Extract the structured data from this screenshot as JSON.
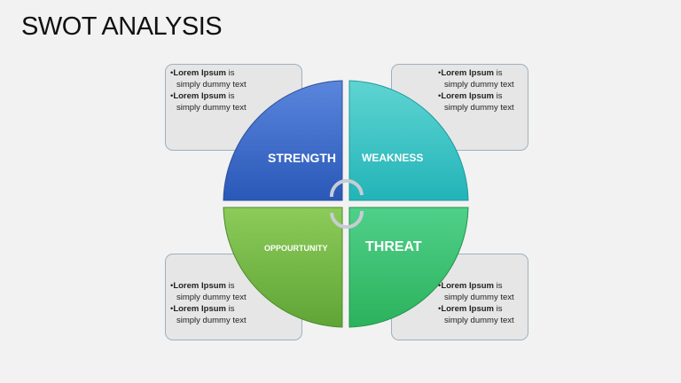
{
  "title": "SWOT ANALYSIS",
  "quadrants": {
    "strength": {
      "label": "STRENGTH",
      "color": "#3a68c8"
    },
    "weakness": {
      "label": "WEAKNESS",
      "color": "#2ec0c0"
    },
    "opportunity": {
      "label": "OPPOURTUNITY",
      "color": "#6db33f"
    },
    "threat": {
      "label": "THREAT",
      "color": "#35c068"
    }
  },
  "boxes": {
    "tl": [
      {
        "bold": "Lorem Ipsum",
        "rest": " is",
        "line2": "simply dummy text"
      },
      {
        "bold": "Lorem Ipsum",
        "rest": " is",
        "line2": "simply dummy text"
      }
    ],
    "tr": [
      {
        "bold": "Lorem Ipsum",
        "rest": " is",
        "line2": "simply dummy text"
      },
      {
        "bold": "Lorem Ipsum",
        "rest": " is",
        "line2": "simply dummy text"
      }
    ],
    "bl": [
      {
        "bold": "Lorem Ipsum",
        "rest": " is",
        "line2": "simply dummy text"
      },
      {
        "bold": "Lorem Ipsum",
        "rest": " is",
        "line2": "simply dummy text"
      }
    ],
    "br": [
      {
        "bold": "Lorem Ipsum",
        "rest": " is",
        "line2": "simply dummy text"
      },
      {
        "bold": "Lorem Ipsum",
        "rest": " is",
        "line2": "simply dummy text"
      }
    ]
  }
}
